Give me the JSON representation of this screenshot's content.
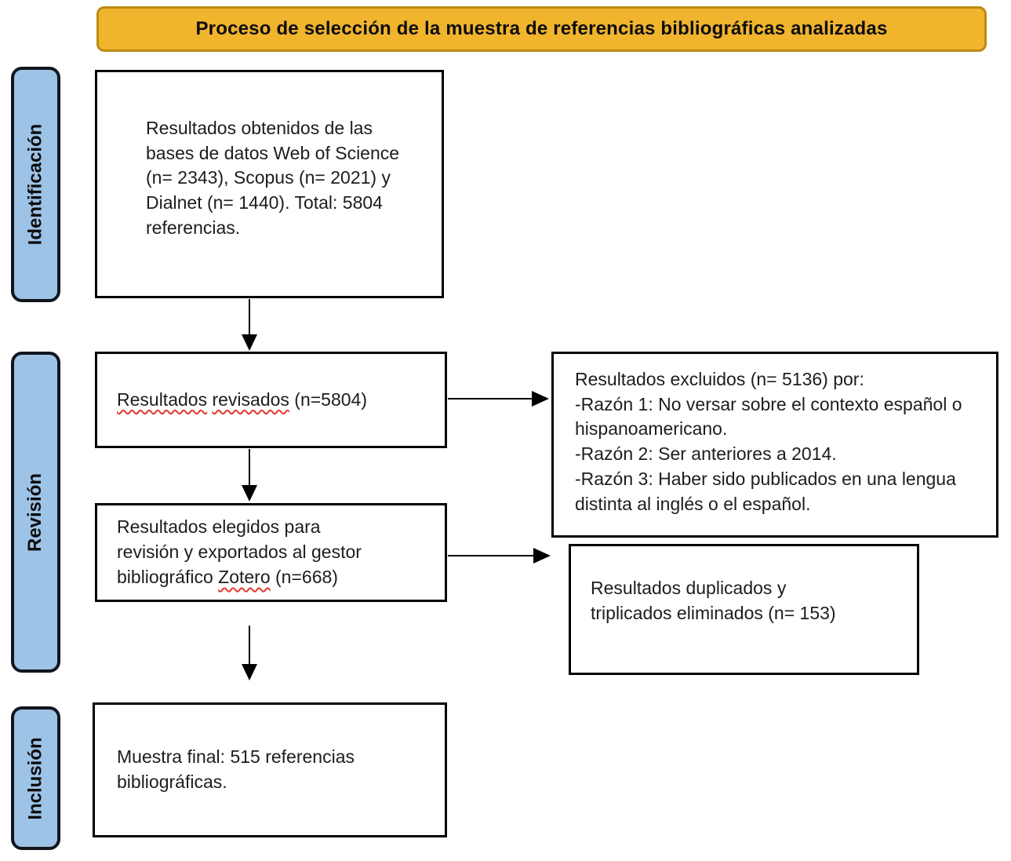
{
  "banner": {
    "title": "Proceso de selección de la muestra de referencias bibliográficas analizadas"
  },
  "stages": {
    "identification": "Identificación",
    "review": "Revisión",
    "inclusion": "Inclusión"
  },
  "boxes": {
    "sources": {
      "text": "Resultados obtenidos de las bases de datos Web of Science (n= 2343), Scopus (n= 2021) y Dialnet (n= 1440). Total: 5804 referencias."
    },
    "reviewed": {
      "spellcheck_word_1": "Resultados",
      "spellcheck_word_2": "revisados",
      "suffix": "(n=5804)"
    },
    "selected": {
      "line_1": "Resultados elegidos para",
      "line_2": "revisión y exportados al gestor",
      "line_3_prefix": "bibliográfico",
      "line_3_spellcheck": "Zotero",
      "line_3_suffix": "(n=668)"
    },
    "excluded": {
      "title": "Resultados excluidos (n= 5136) por:",
      "reasons": [
        "-Razón 1: No versar sobre el contexto español o hispanoamericano.",
        "-Razón 2: Ser anteriores a 2014.",
        "-Razón 3: Haber sido publicados en una lengua distinta al inglés o el español."
      ]
    },
    "duplicates": {
      "text": "Resultados duplicados y triplicados eliminados (n= 153)"
    },
    "final": {
      "text": "Muestra final: 515 referencias bibliográficas."
    }
  },
  "colors": {
    "banner_fill": "#F0B42D",
    "banner_border": "#BC8C12",
    "stage_fill": "#9DC3E6",
    "stage_border": "#11151c",
    "box_border": "#000000",
    "arrow": "#000000",
    "spellcheck_underline": "#E0392E",
    "text": "#1d1d1d"
  }
}
